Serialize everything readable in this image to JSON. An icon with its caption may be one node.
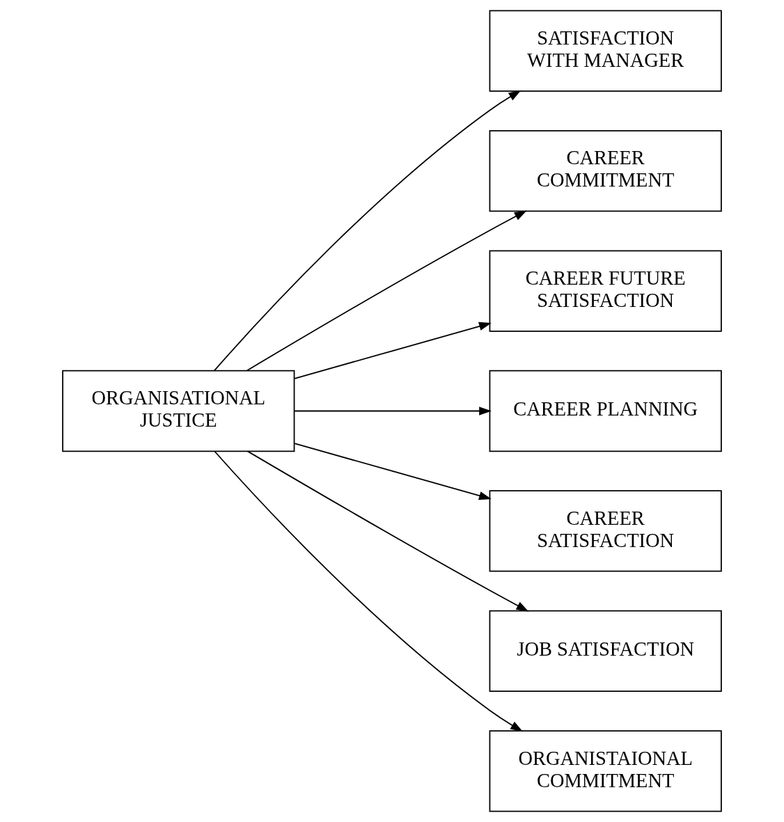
{
  "diagram": {
    "nodes": [
      {
        "text": [
          "ORGANISATIONAL JUSTICE"
        ]
      },
      {
        "text": [
          "SATISFACTION WITH MANAGER"
        ]
      },
      {
        "text": [
          "CAREER COMMITMENT"
        ]
      },
      {
        "text": [
          "CAREER FUTURE SATISFACTION"
        ]
      },
      {
        "text": [
          "CAREER PLANNING"
        ]
      },
      {
        "text": [
          "CAREER SATISFACTION"
        ]
      },
      {
        "text": [
          "JOB SATISFACTION"
        ]
      },
      {
        "text": [
          "ORGANISTAIONAL COMMITMENT"
        ]
      }
    ],
    "edges": [
      {
        "from": 0,
        "to": 1,
        "arrow": "to"
      },
      {
        "from": 0,
        "to": 2,
        "arrow": "to"
      },
      {
        "from": 0,
        "to": 3,
        "arrow": "to"
      },
      {
        "from": 0,
        "to": 4,
        "arrow": "to"
      },
      {
        "from": 0,
        "to": 5,
        "arrow": "to"
      },
      {
        "from": 0,
        "to": 6,
        "arrow": "to"
      },
      {
        "from": 0,
        "to": 7,
        "arrow": "to"
      }
    ]
  }
}
